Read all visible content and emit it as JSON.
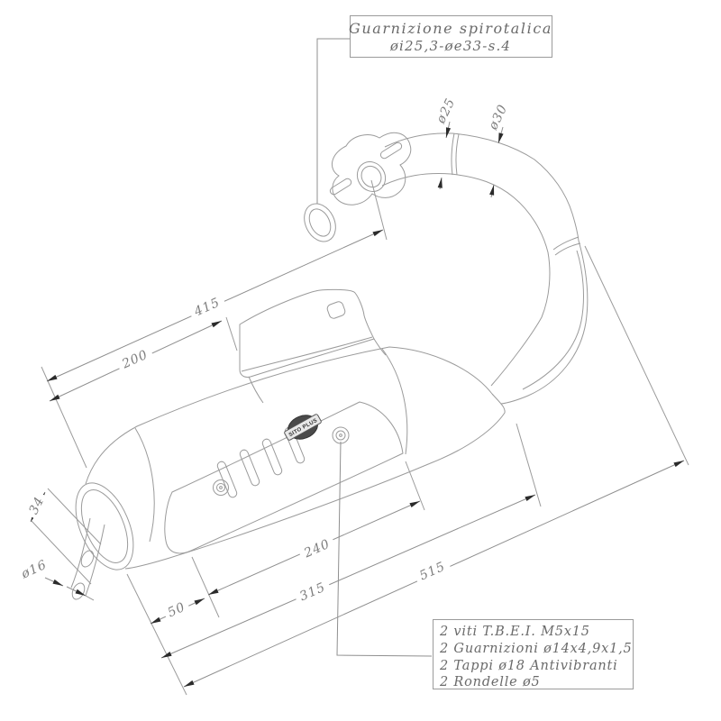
{
  "title_box": {
    "line1": "Guarnizione spirotalica",
    "line2": "øi25,3-øe33-s.4"
  },
  "parts_box": {
    "lines": [
      "2 viti T.B.E.I. M5x15",
      "2 Guarnizioni ø14x4,9x1,5",
      "2 Tappi ø18 Antivibranti",
      "2 Rondelle ø5"
    ]
  },
  "dimensions": {
    "length_415": "415",
    "length_200": "200",
    "length_240": "240",
    "length_315": "315",
    "length_515": "515",
    "length_50": "50",
    "length_34": "34",
    "dia_16": "ø16",
    "dia_25": "ø25",
    "dia_30": "ø30"
  },
  "logo": {
    "text": "SITO PLUS"
  },
  "colors": {
    "line": "#9b9b9b",
    "dim_line": "#8f8f8f",
    "arrow": "#2b2b2b",
    "text": "#6a6a6a"
  }
}
